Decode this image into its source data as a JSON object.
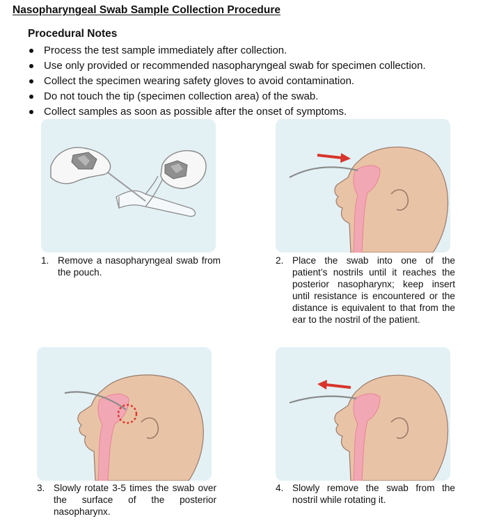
{
  "title": "Nasopharyngeal Swab Sample Collection Procedure",
  "notes": {
    "heading": "Procedural Notes",
    "items": [
      "Process the test sample immediately after collection.",
      "Use only provided or recommended nasopharyngeal swab for specimen collection.",
      "Collect the specimen wearing safety gloves to avoid contamination.",
      "Do not touch the tip (specimen collection area) of the swab.",
      "Collect samples as soon as possible after the onset of symptoms."
    ]
  },
  "steps": [
    {
      "number": "1.",
      "text": "Remove a nasopharyngeal swab from the pouch.",
      "illustration": "gloved-hands-opening-swab-pouch"
    },
    {
      "number": "2.",
      "text": "Place the swab into one of the patient’s nostrils until it reaches the posterior nasopharynx; keep insert until resistance is encountered or the distance is equivalent to that from the ear to the nostril of the patient.",
      "illustration": "swab-insertion-arrow-right"
    },
    {
      "number": "3.",
      "text": "Slowly rotate 3-5 times the swab over the surface of the posterior nasopharynx.",
      "illustration": "swab-rotation-circle"
    },
    {
      "number": "4.",
      "text": "Slowly remove the swab from the nostril while rotating it.",
      "illustration": "swab-removal-arrow-left"
    }
  ],
  "colors": {
    "panel_bg": "#e3f1f5",
    "skin": "#e9c3a6",
    "airway": "#f2a7b4",
    "arrow": "#d9342b"
  }
}
